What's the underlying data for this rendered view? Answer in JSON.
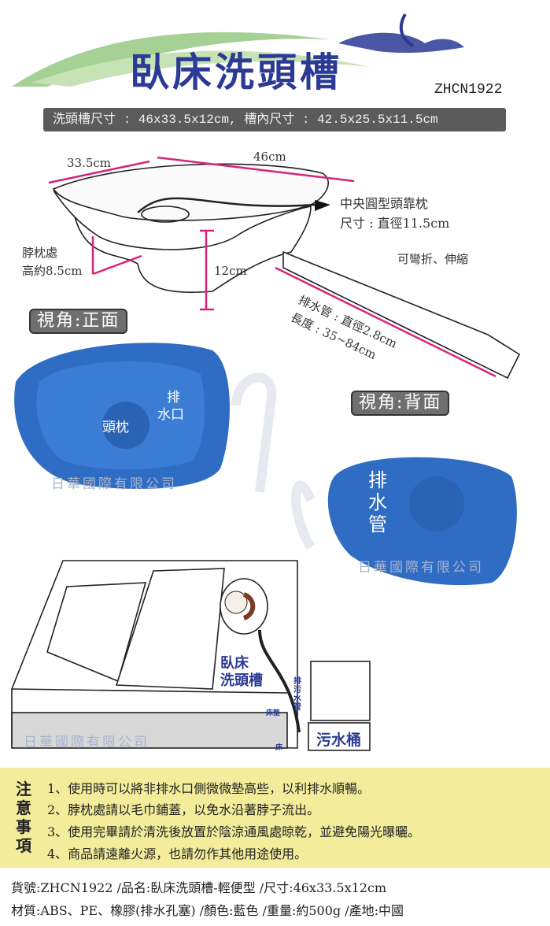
{
  "header": {
    "title": "臥床洗頭槽",
    "product_code": "ZHCN1922",
    "size_bar": "洗頭槽尺寸 : 46x33.5x12cm, 槽內尺寸 : 42.5x25.5x11.5cm"
  },
  "diagram": {
    "width_label": "33.5cm",
    "length_label": "46cm",
    "height_label": "12cm",
    "neck_label_1": "脖枕處",
    "neck_label_2": "高約8.5cm",
    "pillow_label_1": "中央圓型頭靠枕",
    "pillow_label_2": "尺寸 : 直徑11.5cm",
    "hose_flex": "可彎折、伸縮",
    "hose_label_1": "排水管 : 直徑2.8cm",
    "hose_label_2": "長度 : 35~84cm"
  },
  "views": {
    "front": "視角:正面",
    "back": "視角:背面",
    "front_pillow": "頭枕",
    "front_drain_1": "排",
    "front_drain_2": "水口",
    "back_drain_1": "排",
    "back_drain_2": "水",
    "back_drain_3": "管",
    "watermark": "日華國際有限公司"
  },
  "bed": {
    "basin_1": "臥床",
    "basin_2": "洗頭槽",
    "hose": "排污水管",
    "mattress": "床墊",
    "bed": "床",
    "bucket": "污水桶",
    "watermark": "日華國際有限公司"
  },
  "notes": {
    "heading": "注意事項",
    "items": [
      "1、使用時可以將非排水口側微微墊高些，以利排水順暢。",
      "2、脖枕處請以毛巾鋪蓋，以免水沿著脖子流出。",
      "3、使用完畢請於清洗後放置於陰涼通風處晾乾，並避免陽光曝曬。",
      "4、商品請遠離火源，也請勿作其他用途使用。"
    ]
  },
  "specs": {
    "line1": "貨號:ZHCN1922 /品名:臥床洗頭槽-輕便型 /尺寸:46x33.5x12cm",
    "line2": "材質:ABS、PE、橡膠(排水孔塞) /顏色:藍色 /重量:約500g /產地:中國"
  },
  "colors": {
    "brand_blue": "#2b3a94",
    "basin_blue": "#2f6cc4",
    "dimension_pink": "#d6247a",
    "notes_bg": "#f3ec9b"
  }
}
